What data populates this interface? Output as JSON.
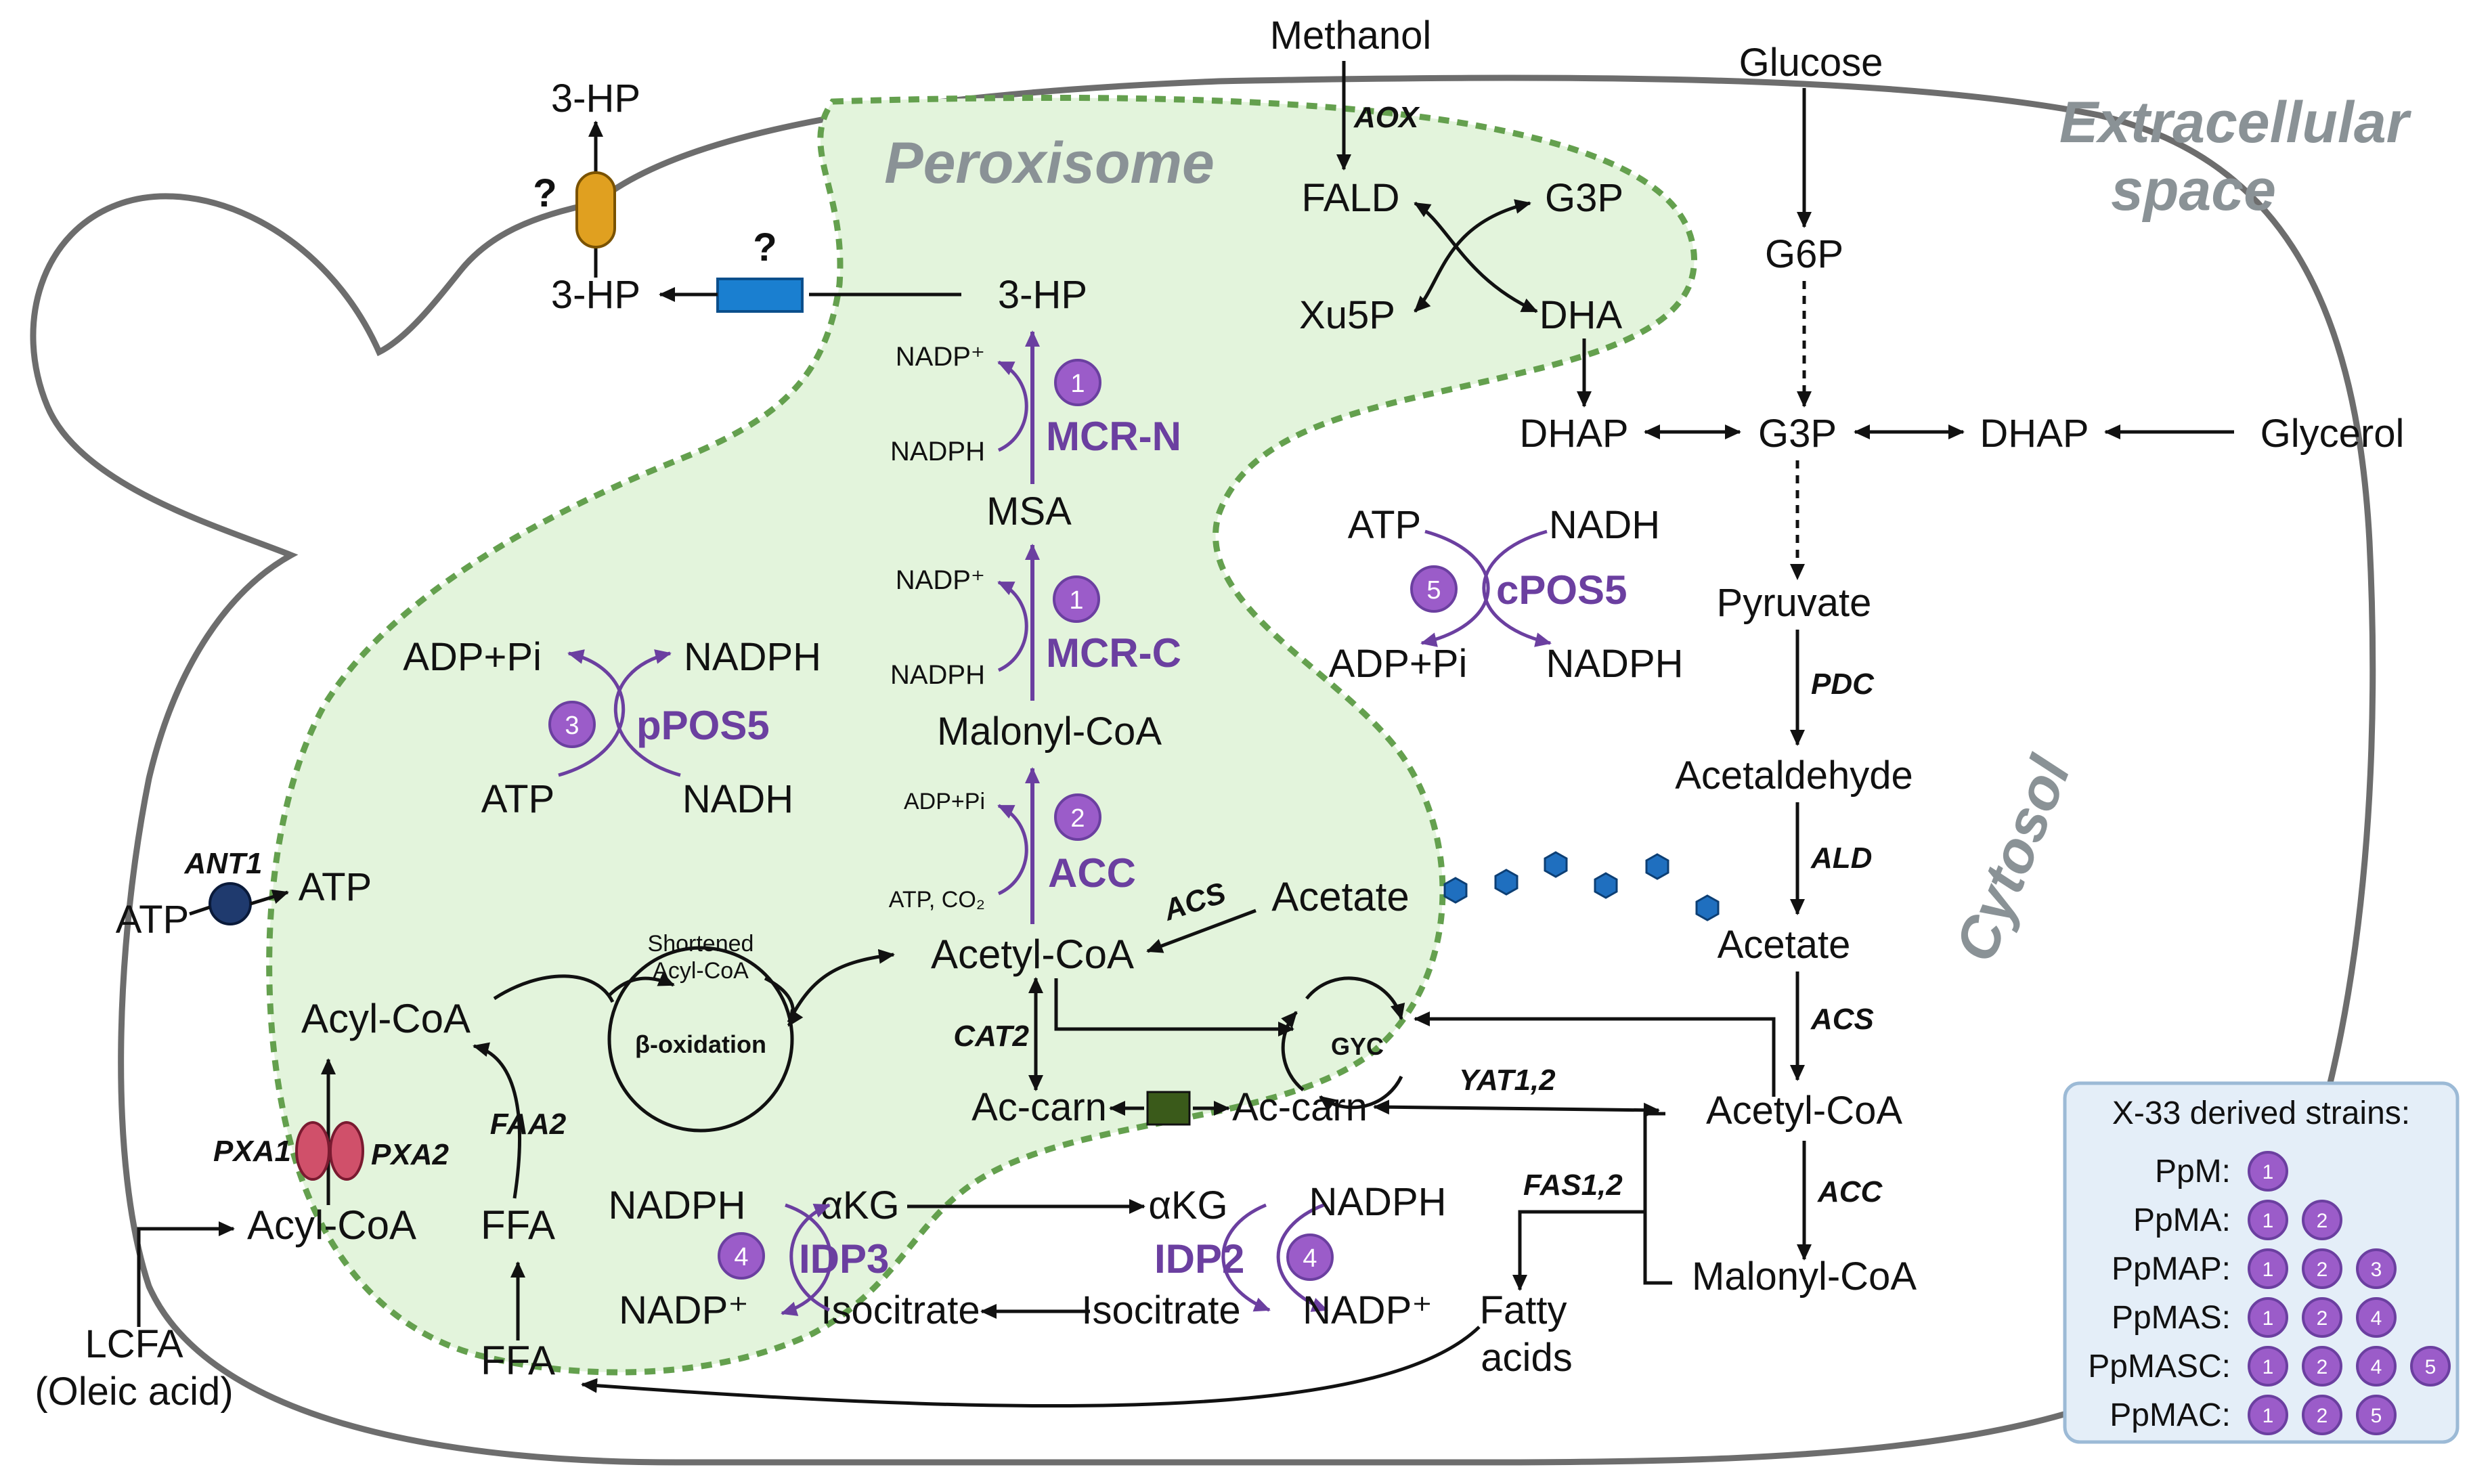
{
  "regions": {
    "peroxisome": "Peroxisome",
    "extracellular": [
      "Extracellular",
      "space"
    ],
    "cytosol": "Cytosol"
  },
  "metabolites": {
    "methanol": "Methanol",
    "fald": "FALD",
    "g3p_top": "G3P",
    "xu5p": "Xu5P",
    "dha": "DHA",
    "glucose": "Glucose",
    "g6p": "G6P",
    "dhap_left": "DHAP",
    "g3p_mid": "G3P",
    "dhap_right": "DHAP",
    "glycerol": "Glycerol",
    "pyruvate": "Pyruvate",
    "acetaldehyde": "Acetaldehyde",
    "acetate_cyto": "Acetate",
    "acetylcoa_cyto": "Acetyl-CoA",
    "malonylcoa_cyto": "Malonyl-CoA",
    "fatty_acids": [
      "Fatty",
      "acids"
    ],
    "hp_out_top": "3-HP",
    "hp_out_mid": "3-HP",
    "hp_perox": "3-HP",
    "msa": "MSA",
    "malonylcoa_perox": "Malonyl-CoA",
    "acetylcoa_perox": "Acetyl-CoA",
    "acetate_perox": "Acetate",
    "accarn_perox": "Ac-carn",
    "accarn_cyto": "Ac-carn",
    "akg_perox": "αKG",
    "akg_cyto": "αKG",
    "isocitrate_perox": "Isocitrate",
    "isocitrate_cyto": "Isocitrate",
    "acylcoa_perox": "Acyl-CoA",
    "acylcoa_cyto": "Acyl-CoA",
    "ffa_mid": "FFA",
    "ffa_bottom": "FFA",
    "lcfa": [
      "LCFA",
      "(Oleic acid)"
    ],
    "atp_out": "ATP",
    "atp_in": "ATP",
    "shortened_acylcoa": [
      "Shortened",
      "Acyl-CoA"
    ],
    "beta_oxidation": "β-oxidation",
    "gyc": "GYC"
  },
  "cofactors": {
    "mcrn_nadp": "NADP⁺",
    "mcrn_nadph": "NADPH",
    "mcrc_nadp": "NADP⁺",
    "mcrc_nadph": "NADPH",
    "acc_adppi": "ADP+Pi",
    "acc_atpco2": "ATP, CO₂",
    "ppos5_adppi": "ADP+Pi",
    "ppos5_nadph": "NADPH",
    "ppos5_atp": "ATP",
    "ppos5_nadh": "NADH",
    "cpos5_atp": "ATP",
    "cpos5_nadh": "NADH",
    "cpos5_adppi": "ADP+Pi",
    "cpos5_nadph": "NADPH",
    "idp3_nadph": "NADPH",
    "idp3_nadp": "NADP⁺",
    "idp2_nadph": "NADPH",
    "idp2_nadp": "NADP⁺"
  },
  "enzymes": {
    "aox": "AOX",
    "pdc": "PDC",
    "ald": "ALD",
    "acs_cyto": "ACS",
    "acc_cyto": "ACC",
    "acs_perox": "ACS",
    "cat2": "CAT2",
    "yat": "YAT1,2",
    "fas": "FAS1,2",
    "faa2": "FAA2",
    "ant1": "ANT1",
    "pxa1": "PXA1",
    "pxa2": "PXA2"
  },
  "engineered": {
    "mcrn": {
      "label": "MCR-N",
      "num": "1"
    },
    "mcrc": {
      "label": "MCR-C",
      "num": "1"
    },
    "acc": {
      "label": "ACC",
      "num": "2"
    },
    "ppos5": {
      "label": "pPOS5",
      "num": "3"
    },
    "cpos5": {
      "label": "cPOS5",
      "num": "5"
    },
    "idp3": {
      "label": "IDP3",
      "num": "4"
    },
    "idp2": {
      "label": "IDP2",
      "num": "4"
    }
  },
  "transporter_unknown": [
    "?",
    "?"
  ],
  "legend": {
    "title": "X-33 derived strains:",
    "strains": [
      {
        "name": "PpM:",
        "mods": [
          "1"
        ]
      },
      {
        "name": "PpMA:",
        "mods": [
          "1",
          "2"
        ]
      },
      {
        "name": "PpMAP:",
        "mods": [
          "1",
          "2",
          "3"
        ]
      },
      {
        "name": "PpMAS:",
        "mods": [
          "1",
          "2",
          "4"
        ]
      },
      {
        "name": "PpMASC:",
        "mods": [
          "1",
          "2",
          "4",
          "5"
        ]
      },
      {
        "name": "PpMAC:",
        "mods": [
          "1",
          "2",
          "5"
        ]
      }
    ]
  },
  "colors": {
    "cell_outline": "#6d6d6d",
    "peroxisome_fill": "#e3f4dc",
    "peroxisome_border": "#64a04e",
    "purple": "#6b3fa0",
    "circle_fill": "#9b5cc9",
    "transporter_orange": "#e0a020",
    "transporter_blue": "#1a7fd0",
    "ant1_navy": "#1f3a6e",
    "pxa_red": "#d0506a",
    "carrier_green": "#3a5a1a",
    "vesicle_blue": "#1f6fbf",
    "region_grey": "#8a9296",
    "legend_fill": "#e4eef8",
    "legend_border": "#9cbad6"
  }
}
